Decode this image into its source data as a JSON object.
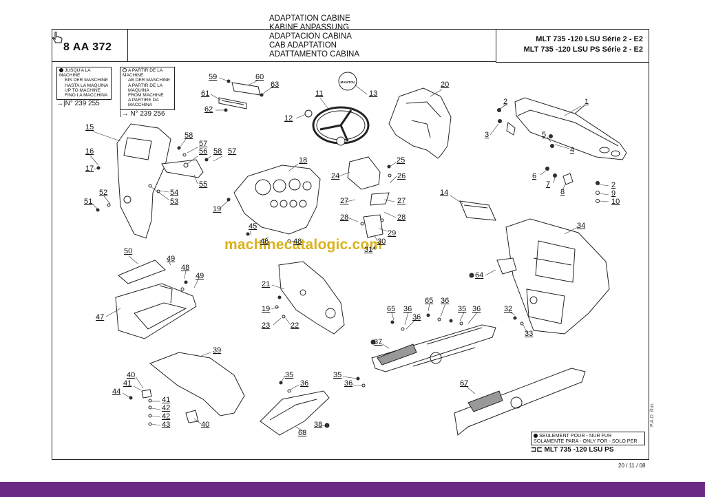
{
  "header": {
    "reference": "8 AA 372",
    "titles": [
      "ADAPTATION CABINE",
      "KABINE ANPASSUNG",
      "ADAPTACION CABINA",
      "CAB ADAPTATION",
      "ADATTAMENTO CABINA"
    ],
    "models": [
      "MLT 735 -120 LSU Série 2 - E2",
      "MLT 735 -120 LSU PS Série 2 - E2"
    ]
  },
  "legend_until": {
    "lines": [
      "JUSQU'A LA MACHINE",
      "BIS DER MASCHINE",
      "HASTA LA MAQUINA",
      "UP TO MACHINE",
      "FINO LA MACCHINA"
    ],
    "serial": "→|N° 239 255"
  },
  "legend_from": {
    "lines": [
      "A PARTIR DE LA MACHINE",
      "AB DER MASCHINE",
      "A PARTIR DE LA MAQUINA",
      "FROM MACHINE",
      "A PARTIRE DA MACCHINA"
    ],
    "serial": "|→ N° 239 256"
  },
  "watermark": "machinecatalogic.com",
  "steering_logo": "MANITOU",
  "callouts": [
    {
      "n": "1"
    },
    {
      "n": "2"
    },
    {
      "n": "3"
    },
    {
      "n": "5"
    },
    {
      "n": "4"
    },
    {
      "n": "6"
    },
    {
      "n": "7"
    },
    {
      "n": "8"
    },
    {
      "n": "2"
    },
    {
      "n": "9"
    },
    {
      "n": "10"
    },
    {
      "n": "59"
    },
    {
      "n": "60"
    },
    {
      "n": "63"
    },
    {
      "n": "61"
    },
    {
      "n": "62"
    },
    {
      "n": "11"
    },
    {
      "n": "13"
    },
    {
      "n": "12"
    },
    {
      "n": "20"
    },
    {
      "n": "15"
    },
    {
      "n": "58"
    },
    {
      "n": "57"
    },
    {
      "n": "56"
    },
    {
      "n": "58"
    },
    {
      "n": "57"
    },
    {
      "n": "16"
    },
    {
      "n": "17"
    },
    {
      "n": "55"
    },
    {
      "n": "54"
    },
    {
      "n": "53"
    },
    {
      "n": "52"
    },
    {
      "n": "51"
    },
    {
      "n": "18"
    },
    {
      "n": "19"
    },
    {
      "n": "45"
    },
    {
      "n": "46"
    },
    {
      "n": "48"
    },
    {
      "n": "25"
    },
    {
      "n": "24"
    },
    {
      "n": "26"
    },
    {
      "n": "27"
    },
    {
      "n": "27"
    },
    {
      "n": "28"
    },
    {
      "n": "28"
    },
    {
      "n": "29"
    },
    {
      "n": "30"
    },
    {
      "n": "31"
    },
    {
      "n": "14"
    },
    {
      "n": "34"
    },
    {
      "n": "64"
    },
    {
      "n": "50"
    },
    {
      "n": "49"
    },
    {
      "n": "48"
    },
    {
      "n": "49"
    },
    {
      "n": "47"
    },
    {
      "n": "21"
    },
    {
      "n": "19"
    },
    {
      "n": "23"
    },
    {
      "n": "22"
    },
    {
      "n": "65"
    },
    {
      "n": "36"
    },
    {
      "n": "36"
    },
    {
      "n": "65"
    },
    {
      "n": "36"
    },
    {
      "n": "35"
    },
    {
      "n": "36"
    },
    {
      "n": "32"
    },
    {
      "n": "33"
    },
    {
      "n": "37"
    },
    {
      "n": "39"
    },
    {
      "n": "40"
    },
    {
      "n": "41"
    },
    {
      "n": "44"
    },
    {
      "n": "41"
    },
    {
      "n": "42"
    },
    {
      "n": "42"
    },
    {
      "n": "43"
    },
    {
      "n": "40"
    },
    {
      "n": "35"
    },
    {
      "n": "36"
    },
    {
      "n": "35"
    },
    {
      "n": "36"
    },
    {
      "n": "67"
    },
    {
      "n": "38"
    },
    {
      "n": "68"
    }
  ],
  "footnote": {
    "line1": "SEULEMENT POUR - NUR FUR",
    "line2": "SOLAMENTE PARA - ONLY FOR - SOLO PER",
    "model": "⊐⊏ MLT 735 -120 LSU PS"
  },
  "date": "20 / 11 / 08",
  "vertical_note": "P.A.O. illus"
}
